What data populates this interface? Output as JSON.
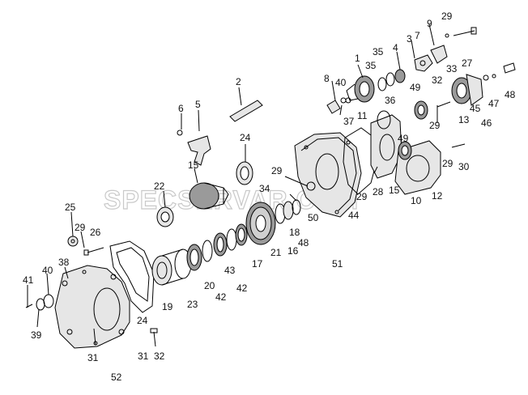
{
  "watermark": "SPECSERVAR.COM",
  "callouts": [
    "1",
    "2",
    "3",
    "4",
    "5",
    "6",
    "7",
    "8",
    "9",
    "10",
    "11",
    "12",
    "13",
    "15",
    "16",
    "17",
    "18",
    "19",
    "20",
    "21",
    "22",
    "23",
    "24",
    "25",
    "26",
    "27",
    "28",
    "29",
    "30",
    "31",
    "32",
    "33",
    "34",
    "35",
    "36",
    "37",
    "38",
    "39",
    "40",
    "41",
    "42",
    "43",
    "44",
    "45",
    "46",
    "47",
    "48",
    "49",
    "50",
    "51",
    "52"
  ]
}
